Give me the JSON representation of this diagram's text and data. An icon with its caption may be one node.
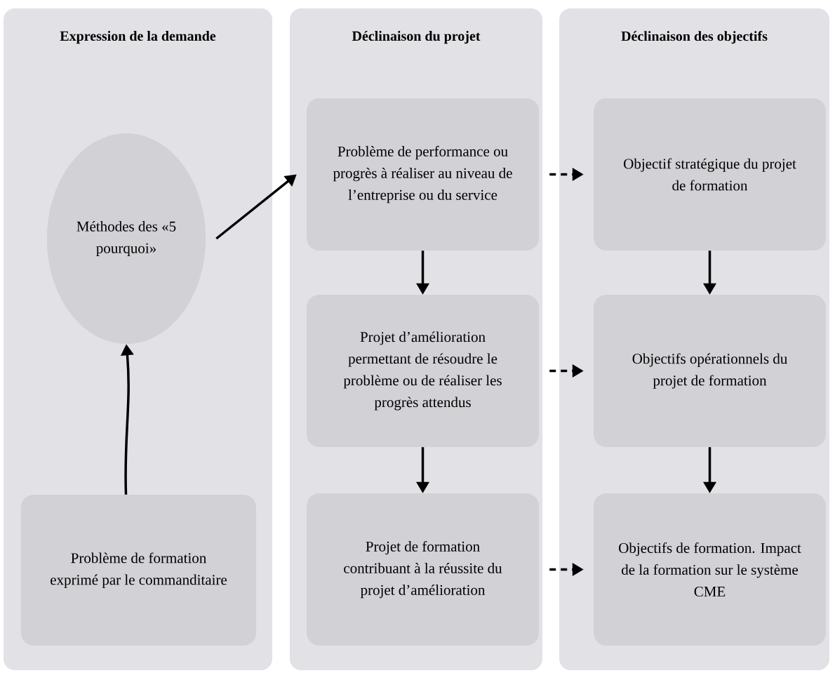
{
  "diagram": {
    "nodes": [
      {
        "text": [
          "Expression de la demande"
        ]
      },
      {
        "text": [
          "Méthodes des «5 pourquoi»"
        ],
        "in": 0
      },
      {
        "text": [
          "Problème de formation exprimé par le commanditaire"
        ],
        "in": 0
      },
      {
        "text": [
          "Déclinaison du projet"
        ]
      },
      {
        "text": [
          "Problème de performance ou progrès à réaliser au niveau de l’entreprise ou du service"
        ],
        "in": 3
      },
      {
        "text": [
          "Projet d’amélioration permettant de résoudre le problème ou de réaliser les progrès attendus"
        ],
        "in": 3
      },
      {
        "text": [
          "Projet de formation contribuant à la réussite du projet d’amélioration"
        ],
        "in": 3
      },
      {
        "text": [
          "Déclinaison des objectifs"
        ]
      },
      {
        "text": [
          "Objectif stratégique du projet de formation"
        ],
        "in": 7
      },
      {
        "text": [
          "Objectifs opérationnels du projet de formation"
        ],
        "in": 7
      },
      {
        "text": [
          "Objectifs de formation. Impact de la formation sur le système CME"
        ],
        "in": 7
      }
    ],
    "edges": [
      {
        "from": 2,
        "to": 1,
        "arrow": "to"
      },
      {
        "from": 1,
        "to": 4,
        "arrow": "to"
      },
      {
        "from": 4,
        "to": 5,
        "arrow": "to"
      },
      {
        "from": 5,
        "to": 6,
        "arrow": "to"
      },
      {
        "from": 8,
        "to": 9,
        "arrow": "to"
      },
      {
        "from": 9,
        "to": 10,
        "arrow": "to"
      },
      {
        "from": 4,
        "to": 8,
        "arrow": "to",
        "style": "dashed"
      },
      {
        "from": 5,
        "to": 9,
        "arrow": "to",
        "style": "dashed"
      },
      {
        "from": 6,
        "to": 10,
        "arrow": "to",
        "style": "dashed"
      }
    ]
  }
}
